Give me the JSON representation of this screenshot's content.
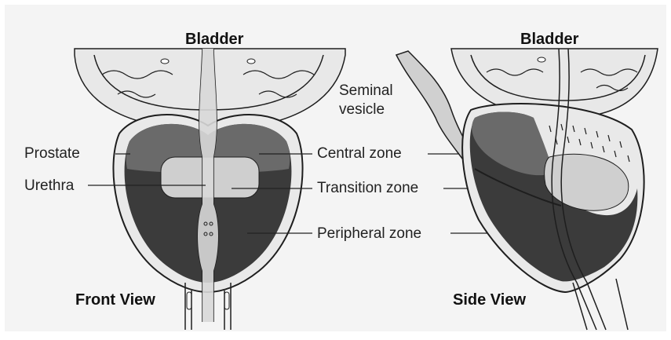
{
  "front_view": {
    "title_top": "Bladder",
    "caption": "Front View",
    "labels": {
      "prostate": "Prostate",
      "urethra": "Urethra",
      "central_zone": "Central zone",
      "transition_zone": "Transition zone",
      "peripheral_zone": "Peripheral zone"
    }
  },
  "side_view": {
    "title_top": "Bladder",
    "caption": "Side View",
    "labels": {
      "seminal_line1": "Seminal",
      "seminal_line2": "vesicle"
    }
  },
  "colors": {
    "background": "#ffffff",
    "panel": "#f4f4f4",
    "peripheral_zone": "#3b3b3b",
    "central_zone": "#6a6a6a",
    "transition_zone": "#cfcfcf",
    "capsule": "#e9e9e9",
    "outline": "#1e1e1e"
  }
}
